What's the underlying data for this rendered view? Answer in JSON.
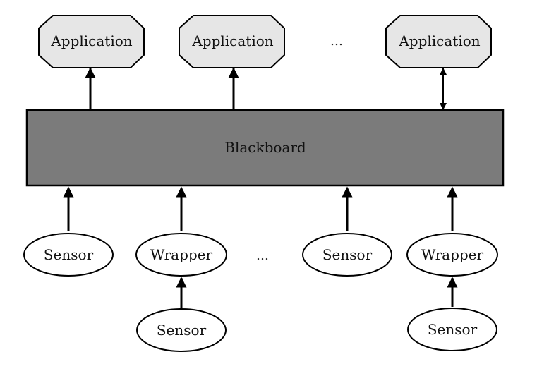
{
  "applications": [
    {
      "label": "Application"
    },
    {
      "label": "Application"
    },
    {
      "label": "Application"
    }
  ],
  "app_ellipsis": "…",
  "blackboard": {
    "label": "Blackboard"
  },
  "row_ellipsis": "…",
  "middle_row": [
    {
      "label": "Sensor"
    },
    {
      "label": "Wrapper"
    },
    {
      "label": "Sensor"
    },
    {
      "label": "Wrapper"
    }
  ],
  "bottom_row": [
    {
      "label": "Sensor"
    },
    {
      "label": "Sensor"
    }
  ],
  "colors": {
    "application_fill": "#e6e6e6",
    "blackboard_fill": "#7b7b7b",
    "stroke": "#000000",
    "node_fill": "#ffffff"
  }
}
